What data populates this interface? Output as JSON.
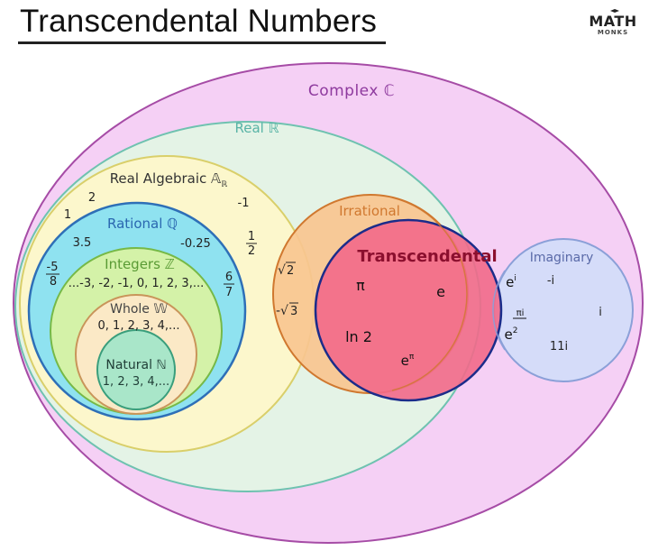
{
  "title": "Transcendental Numbers",
  "logo": {
    "main": "MATH",
    "sub": "MONKS"
  },
  "sets": {
    "complex": {
      "label": "Complex ℂ"
    },
    "real": {
      "label": "Real ℝ"
    },
    "real_algebraic": {
      "label": "Real Algebraic 𝔸",
      "subscript": "ℝ"
    },
    "rational": {
      "label": "Rational ℚ"
    },
    "integers": {
      "label": "Integers ℤ",
      "members": "...-3, -2, -1, 0, 1, 2, 3,..."
    },
    "whole": {
      "label": "Whole 𝕎",
      "members": "0, 1, 2, 3, 4,..."
    },
    "natural": {
      "label": "Natural ℕ",
      "members": "1, 2, 3, 4,..."
    },
    "irrational": {
      "label": "Irrational"
    },
    "transcendental": {
      "label": "Transcendental"
    },
    "imaginary": {
      "label": "Imaginary"
    }
  },
  "examples": {
    "real_algebraic": [
      "1",
      "2",
      "-1"
    ],
    "real_algebraic_fraction": {
      "num": "1",
      "den": "2"
    },
    "rational": [
      "3.5",
      "-0.25"
    ],
    "rational_neg_fraction": {
      "num": "-5",
      "den": "8"
    },
    "rational_fraction": {
      "num": "6",
      "den": "7"
    },
    "irrational": {
      "sqrt2": "√2",
      "neg_sqrt3": "-√3",
      "sqrt2_rad": "2",
      "sqrt3_rad": "3"
    },
    "transcendental": {
      "pi": "π",
      "e": "e",
      "ln2": "ln 2",
      "e_pow_pi": "eπ"
    },
    "complex_transcendental": {
      "e_i": "eⁱ",
      "pi_i": "πi",
      "e_sq": "e²"
    },
    "imaginary": [
      "-i",
      "i",
      "11i"
    ]
  },
  "colors": {
    "complex_fill": "#f5d0f5",
    "complex_stroke": "#a64ca6",
    "complex_text": "#8e3a9e",
    "real_fill": "#e4f3e6",
    "real_stroke": "#6fc2b0",
    "real_text": "#58b3a6",
    "algebraic_fill": "#fcf7cc",
    "algebraic_stroke": "#d9cf6a",
    "algebraic_text": "#333333",
    "rational_fill": "#8fe2f0",
    "rational_stroke": "#2e6fb7",
    "rational_text": "#2a67b0",
    "integers_fill": "#d4f2a8",
    "integers_stroke": "#76b947",
    "integers_text": "#5a9b35",
    "whole_fill": "#fbe9c6",
    "whole_stroke": "#c9955a",
    "whole_text": "#444444",
    "natural_fill": "#a9e6c9",
    "natural_stroke": "#3a9e7c",
    "natural_text": "#1f3d36",
    "irrational_fill": "#f8c690",
    "irrational_stroke": "#d0782f",
    "irrational_text": "#d0782f",
    "transcendental_fill": "#f2698a",
    "transcendental_stroke": "#1b2c8a",
    "transcendental_text": "#8b0f2e",
    "imaginary_fill": "#d3dcf9",
    "imaginary_stroke": "#8ba0d8",
    "imaginary_text": "#5a6aa8"
  }
}
